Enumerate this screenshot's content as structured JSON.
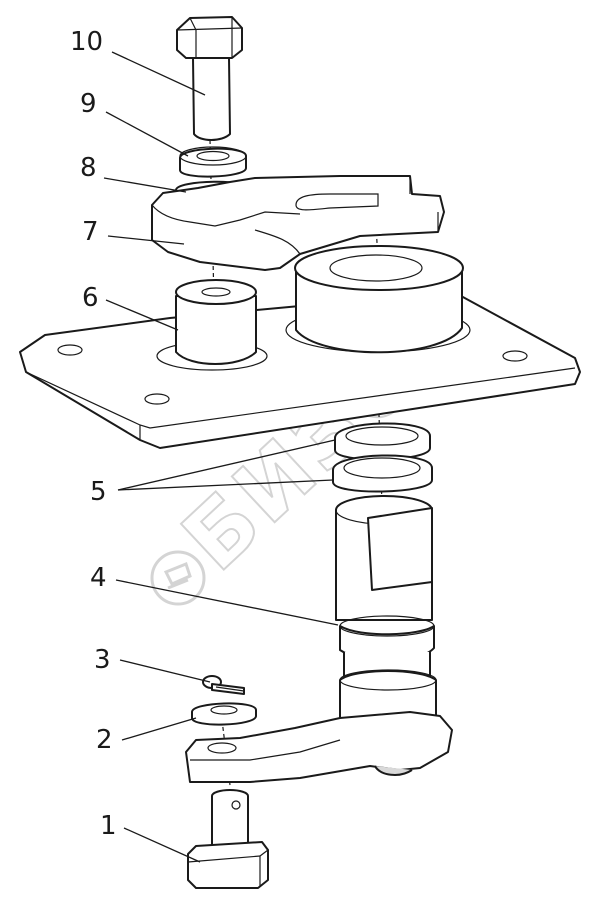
{
  "watermark": {
    "text": "БИЗОН"
  },
  "callouts": [
    {
      "id": "10",
      "label": "10"
    },
    {
      "id": "9",
      "label": "9"
    },
    {
      "id": "8",
      "label": "8"
    },
    {
      "id": "7",
      "label": "7"
    },
    {
      "id": "6",
      "label": "6"
    },
    {
      "id": "5",
      "label": "5"
    },
    {
      "id": "4",
      "label": "4"
    },
    {
      "id": "3",
      "label": "3"
    },
    {
      "id": "2",
      "label": "2"
    },
    {
      "id": "1",
      "label": "1"
    }
  ],
  "colors": {
    "line": "#1a1a1a",
    "shade": "#d9d9d9",
    "watermark": "#d0d0d0",
    "background": "#ffffff"
  }
}
